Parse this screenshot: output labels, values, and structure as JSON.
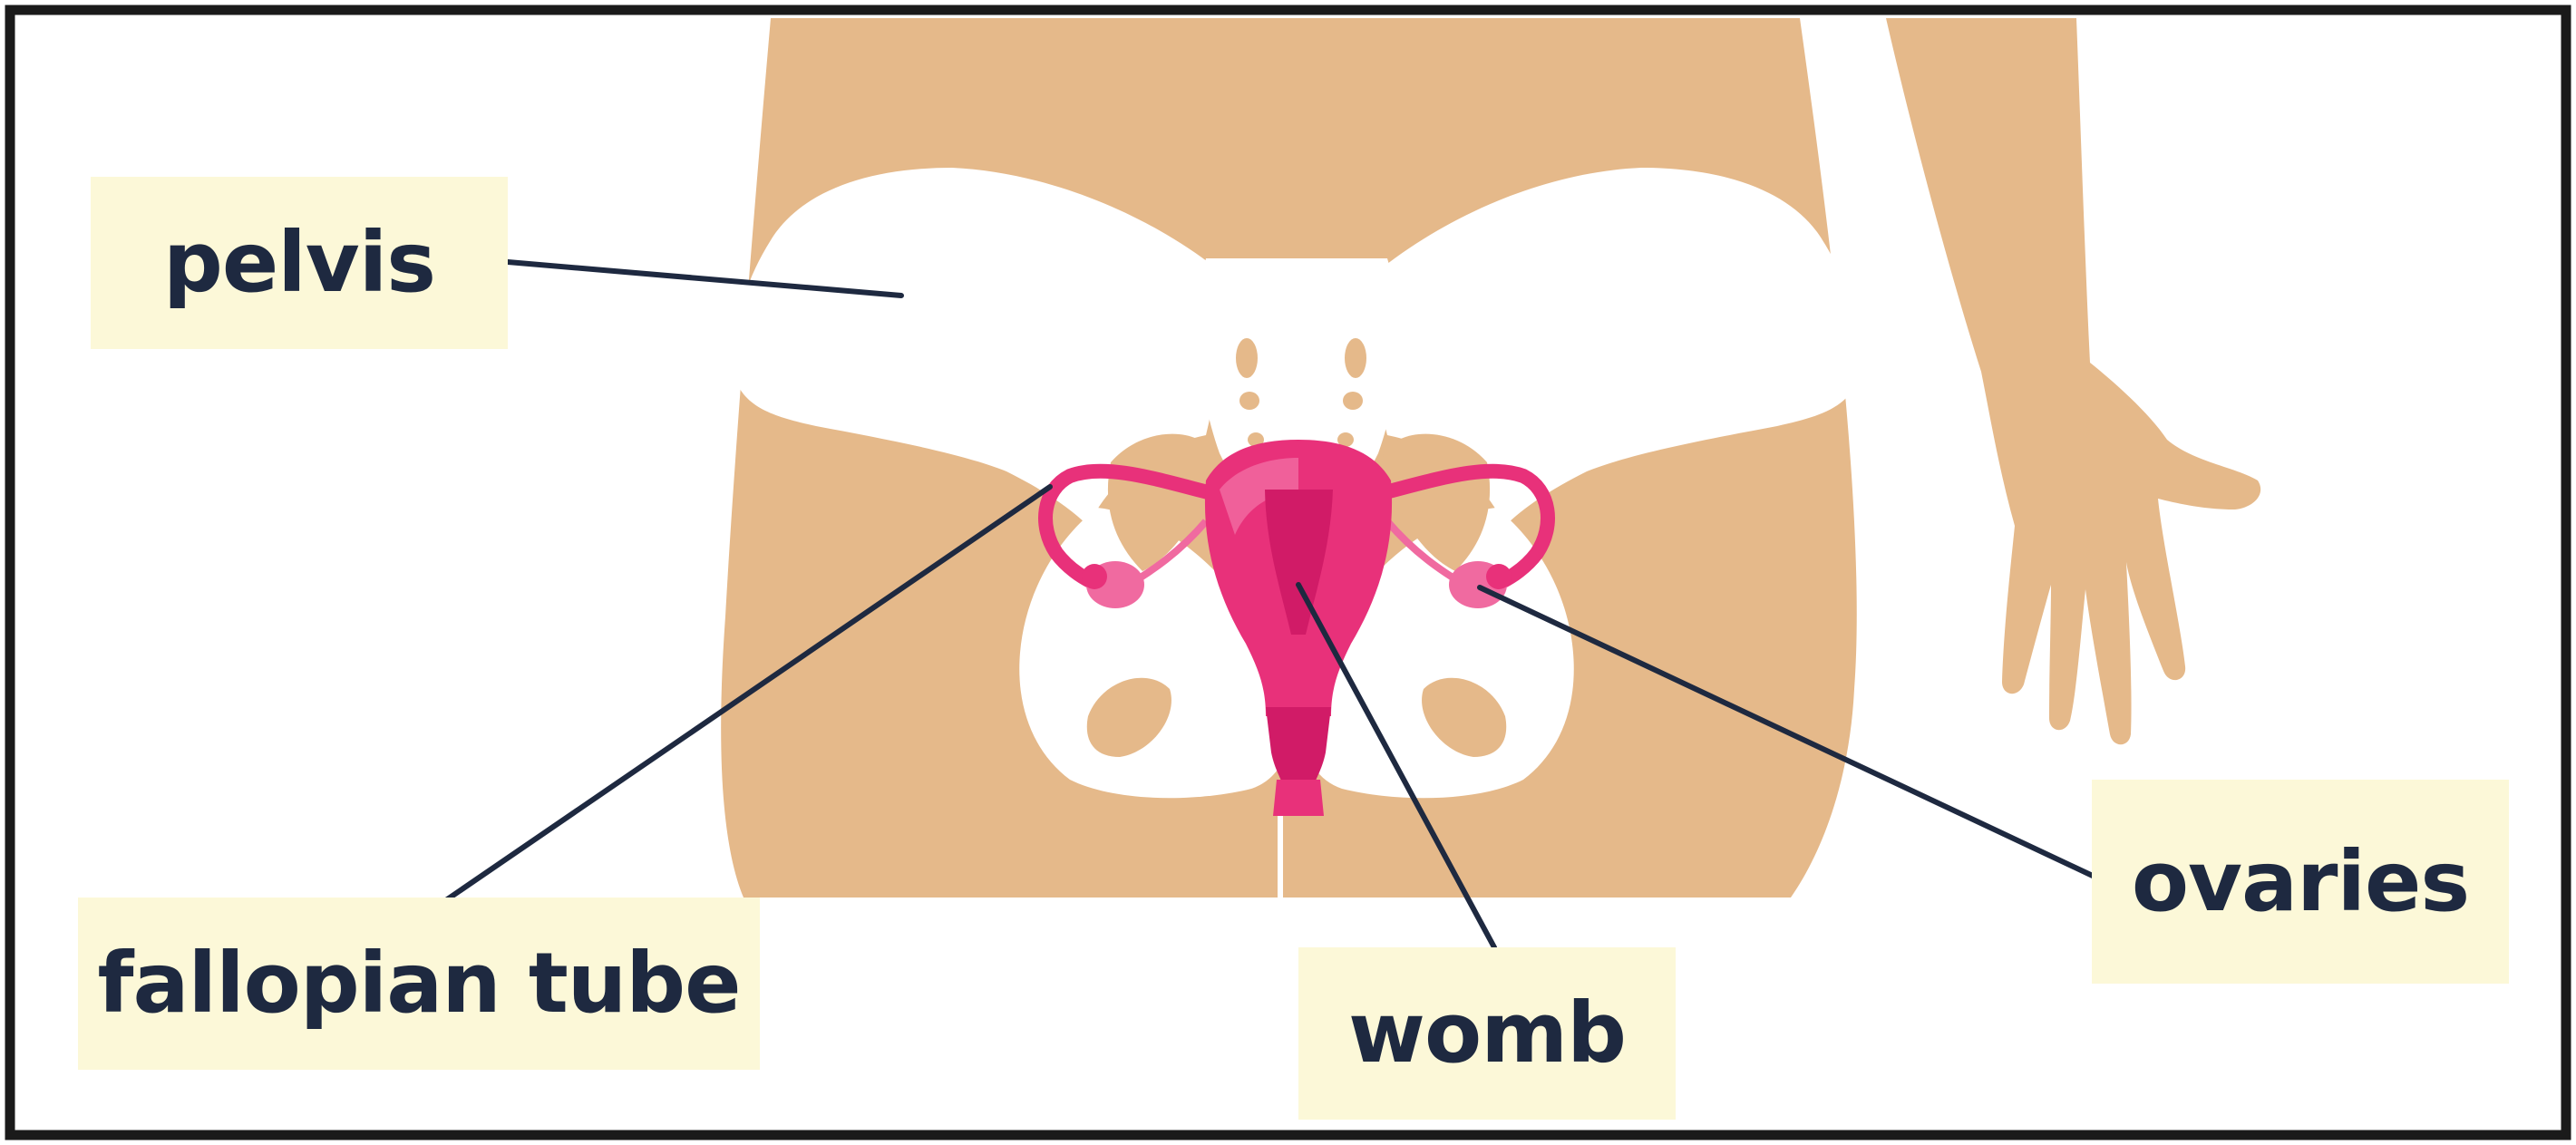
{
  "labels": {
    "pelvis": "pelvis",
    "fallopian_tube": "fallopian tube",
    "womb": "womb",
    "ovaries": "ovaries"
  },
  "colors": {
    "skin": "#e5b98a",
    "bone": "#ffffff",
    "uterus": "#e8317a",
    "uterus_light": "#f0609a",
    "uterus_dark": "#d11b67",
    "ovary": "#f06aa0",
    "leader_line": "#1e2940",
    "label_background": "#fcf8d8",
    "frame": "#1a1a1a"
  }
}
